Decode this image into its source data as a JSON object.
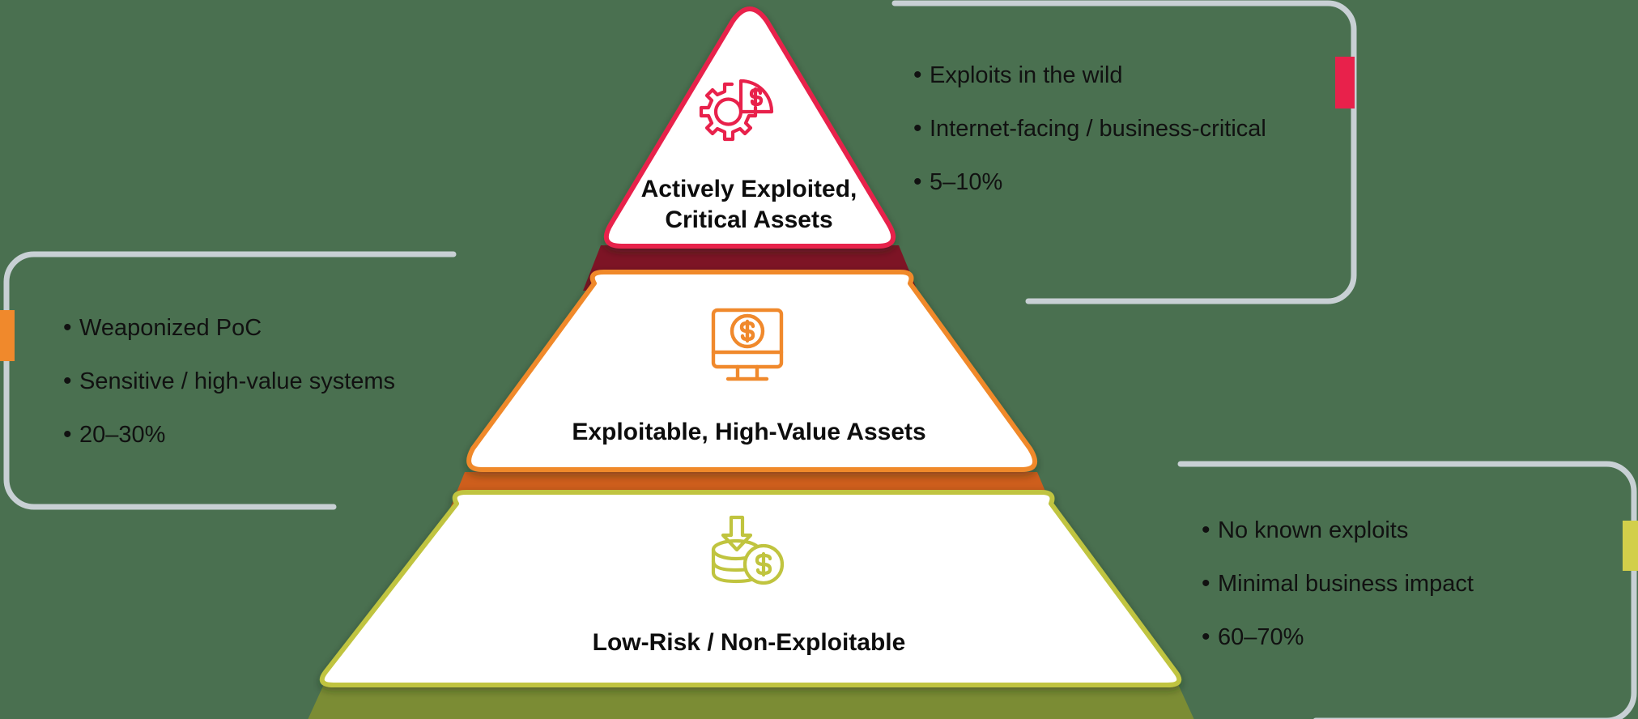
{
  "diagram": {
    "type": "risk-prioritization-pyramid",
    "title": "",
    "background_color": "#4a7050",
    "tiers": [
      {
        "id": "tier-1",
        "rank": 1,
        "label": "Actively Exploited,\nCritical Assets",
        "icon": "gear-pie-chart-dollar-icon",
        "accent_color": "#e8214b",
        "separator_color": "#7d1425",
        "share": "5–10%",
        "bullets": [
          "Exploits in the wild",
          "Internet-facing / business-critical",
          "5–10%"
        ],
        "callout_side": "right"
      },
      {
        "id": "tier-2",
        "rank": 2,
        "label": "Exploitable, High-Value Assets",
        "icon": "monitor-dollar-icon",
        "accent_color": "#f0892c",
        "separator_color": "#ce5e1c",
        "share": "20–30%",
        "bullets": [
          "Weaponized PoC",
          "Sensitive / high-value systems",
          "20–30%"
        ],
        "callout_side": "left"
      },
      {
        "id": "tier-3",
        "rank": 3,
        "label": "Low-Risk / Non-Exploitable",
        "icon": "coin-stack-down-arrow-icon",
        "accent_color": "#d2cf4a",
        "separator_color": "#7b8c34",
        "share": "60–70%",
        "bullets": [
          "No known exploits",
          "Minimal business impact",
          "60–70%"
        ],
        "callout_side": "right"
      }
    ],
    "colors": {
      "tier1_accent": "#e8214b",
      "tier1_separator": "#7d1425",
      "tier2_accent": "#f0892c",
      "tier2_separator": "#ce5e1c",
      "tier3_accent": "#d2cf4a",
      "tier3_separator": "#7b8c34",
      "tier_fill": "#ffffff",
      "connector_line": "#c8d0d4",
      "text": "#111111",
      "background": "#4a7050"
    },
    "bullet_glyph": "•"
  }
}
